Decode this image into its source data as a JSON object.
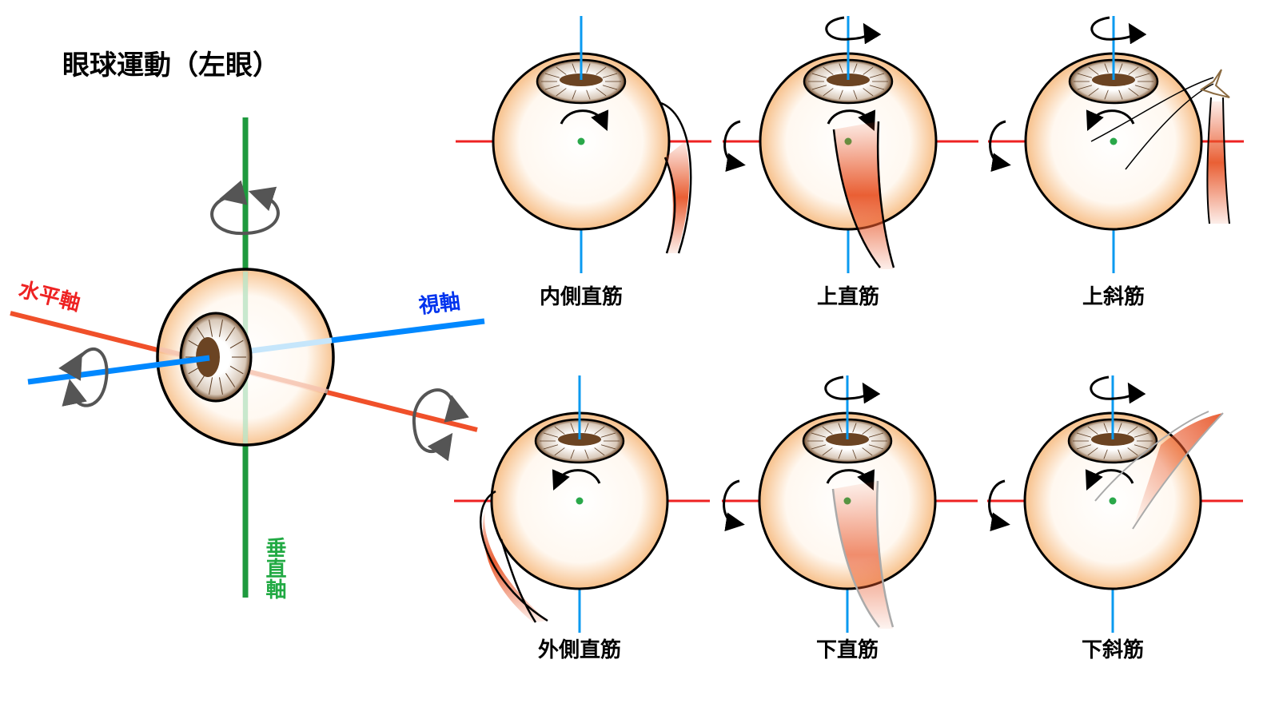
{
  "title": "眼球運動（左眼）",
  "axes": {
    "horizontal": "水平軸",
    "visual": "視軸",
    "vertical": "垂直軸"
  },
  "muscles": [
    {
      "id": "medial-rectus",
      "label": "内側直筋"
    },
    {
      "id": "superior-rectus",
      "label": "上直筋"
    },
    {
      "id": "superior-oblique",
      "label": "上斜筋"
    },
    {
      "id": "lateral-rectus",
      "label": "外側直筋"
    },
    {
      "id": "inferior-rectus",
      "label": "下直筋"
    },
    {
      "id": "inferior-oblique",
      "label": "下斜筋"
    }
  ],
  "colors": {
    "horizontal": "#ee2222",
    "visual": "#0055ee",
    "vertical": "#22aa44",
    "muscle": "#e8572a",
    "sclera_edge": "#f7c38f",
    "iris": "#6b4423"
  }
}
